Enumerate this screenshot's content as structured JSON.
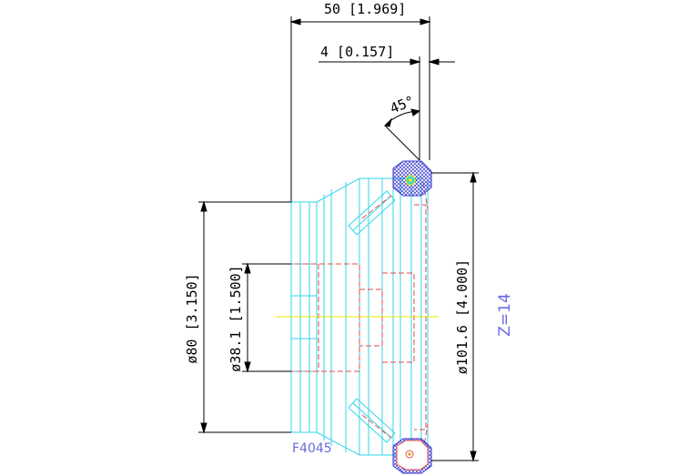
{
  "dimensions": {
    "overall_length": "50 [1.969]",
    "chamfer_offset": "4 [0.157]",
    "chamfer_angle": "45°",
    "shank_diameter": "ø80 [3.150]",
    "bore_diameter": "ø38.1 [1.500]",
    "cutter_diameter": "ø101.6 [4.000]"
  },
  "labels": {
    "model": "F4045",
    "teeth": "Z=14"
  },
  "colors": {
    "outline": "#33d6e8",
    "hidden": "#e84a4a",
    "dimension": "#000000",
    "insert_hatch": "#3a3ad0",
    "centerline": "#e8e800",
    "label_text": "#6a6ae0"
  }
}
